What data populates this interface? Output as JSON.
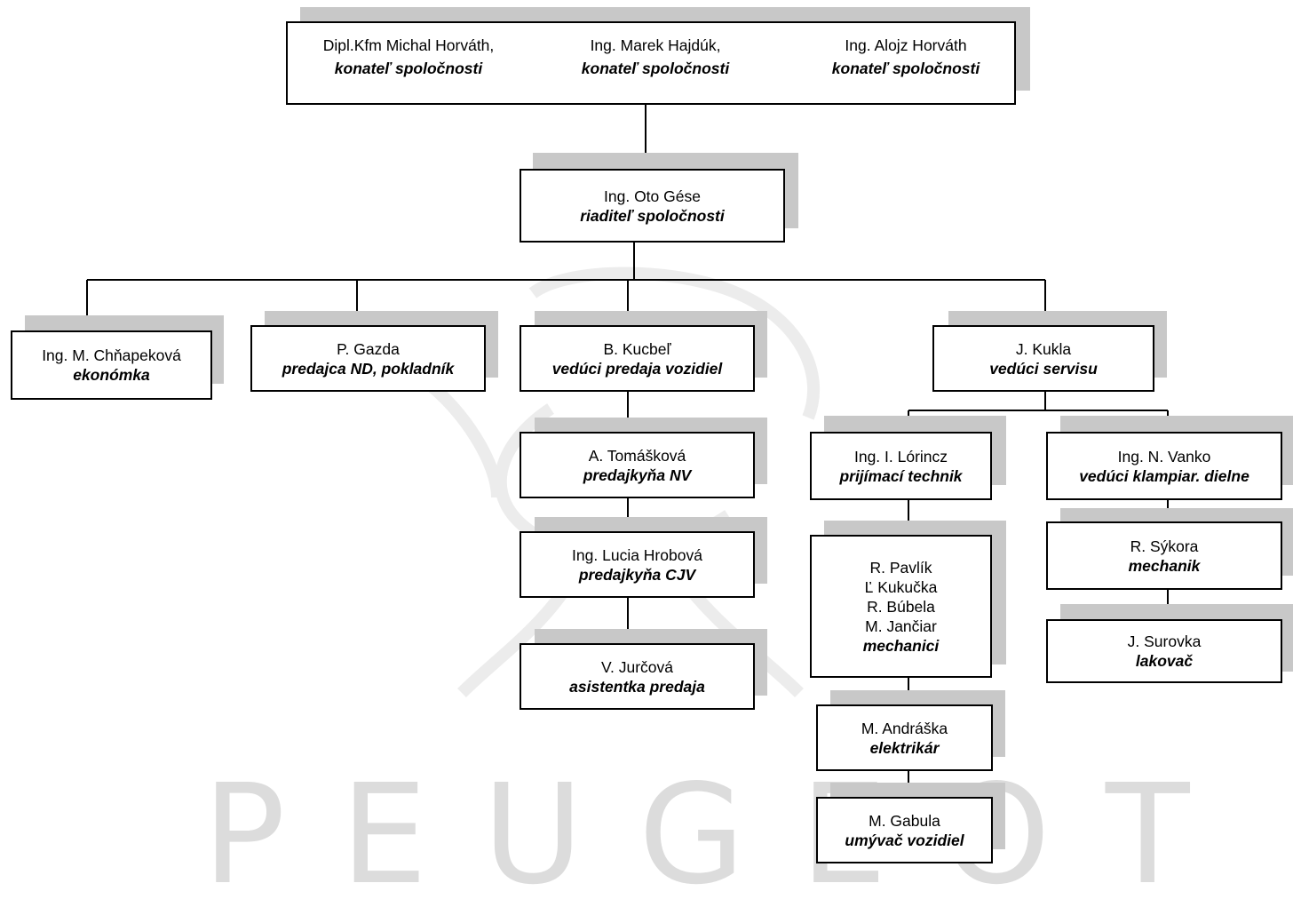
{
  "watermark": {
    "brand": "PEUGEOT"
  },
  "owners": [
    {
      "name": "Dipl.Kfm Michal Horváth,",
      "role": "konateľ spoločnosti"
    },
    {
      "name": "Ing. Marek Hajdúk,",
      "role": "konateľ spoločnosti"
    },
    {
      "name": "Ing. Alojz Horváth",
      "role": "konateľ spoločnosti"
    }
  ],
  "director": {
    "name": "Ing. Oto Gése",
    "role": "riaditeľ spoločnosti"
  },
  "economist": {
    "name": "Ing. M. Chňapeková",
    "role": "ekonómka"
  },
  "cashier": {
    "name": "P. Gazda",
    "role": "predajca ND, pokladník"
  },
  "sales_head": {
    "name": "B. Kucbeľ",
    "role": "vedúci predaja vozidiel"
  },
  "sales_nv": {
    "name": "A. Tomášková",
    "role": "predajkyňa NV"
  },
  "sales_cjv": {
    "name": "Ing. Lucia Hrobová",
    "role": "predajkyňa CJV"
  },
  "sales_assistant": {
    "name": "V. Jurčová",
    "role": "asistentka predaja"
  },
  "service_head": {
    "name": "J. Kukla",
    "role": "vedúci servisu"
  },
  "reception": {
    "name": "Ing. I. Lórincz",
    "role": "prijímací technik"
  },
  "mechanics": {
    "names": [
      "R. Pavlík",
      "Ľ Kukučka",
      "R. Búbela",
      "M. Jančiar"
    ],
    "role": "mechanici"
  },
  "electrician": {
    "name": "M. Andráška",
    "role": "elektrikár"
  },
  "washer": {
    "name": "M. Gabula",
    "role": "umývač vozidiel"
  },
  "bodyshop_head": {
    "name": "Ing. N. Vanko",
    "role": "vedúci  klampiar. dielne"
  },
  "bodyshop_mechanic": {
    "name": "R. Sýkora",
    "role": "mechanik"
  },
  "painter": {
    "name": "J. Surovka",
    "role": "lakovač"
  }
}
